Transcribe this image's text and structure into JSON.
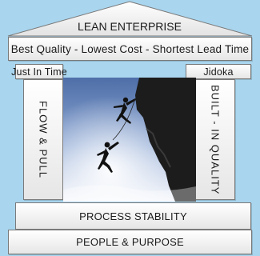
{
  "roof": {
    "title": "LEAN ENTERPRISE"
  },
  "goal_banner": {
    "text": "Best Quality - Lowest Cost - Shortest Lead Time"
  },
  "pillars": {
    "left": {
      "header": "Just In Time",
      "body": "FLOW & PULL"
    },
    "right": {
      "header": "Jidoka",
      "body": "BUILT - IN QUALITY"
    }
  },
  "foundation": {
    "upper": "PROCESS STABILITY",
    "lower": "PEOPLE & PURPOSE"
  },
  "center_image": {
    "description_icon": "climbers-on-cliff-photo"
  },
  "colors": {
    "background": "#a9d5ee",
    "box_fill": "#f2f2f2",
    "border": "#7a7a7a",
    "sky": "#6f8fbf"
  }
}
